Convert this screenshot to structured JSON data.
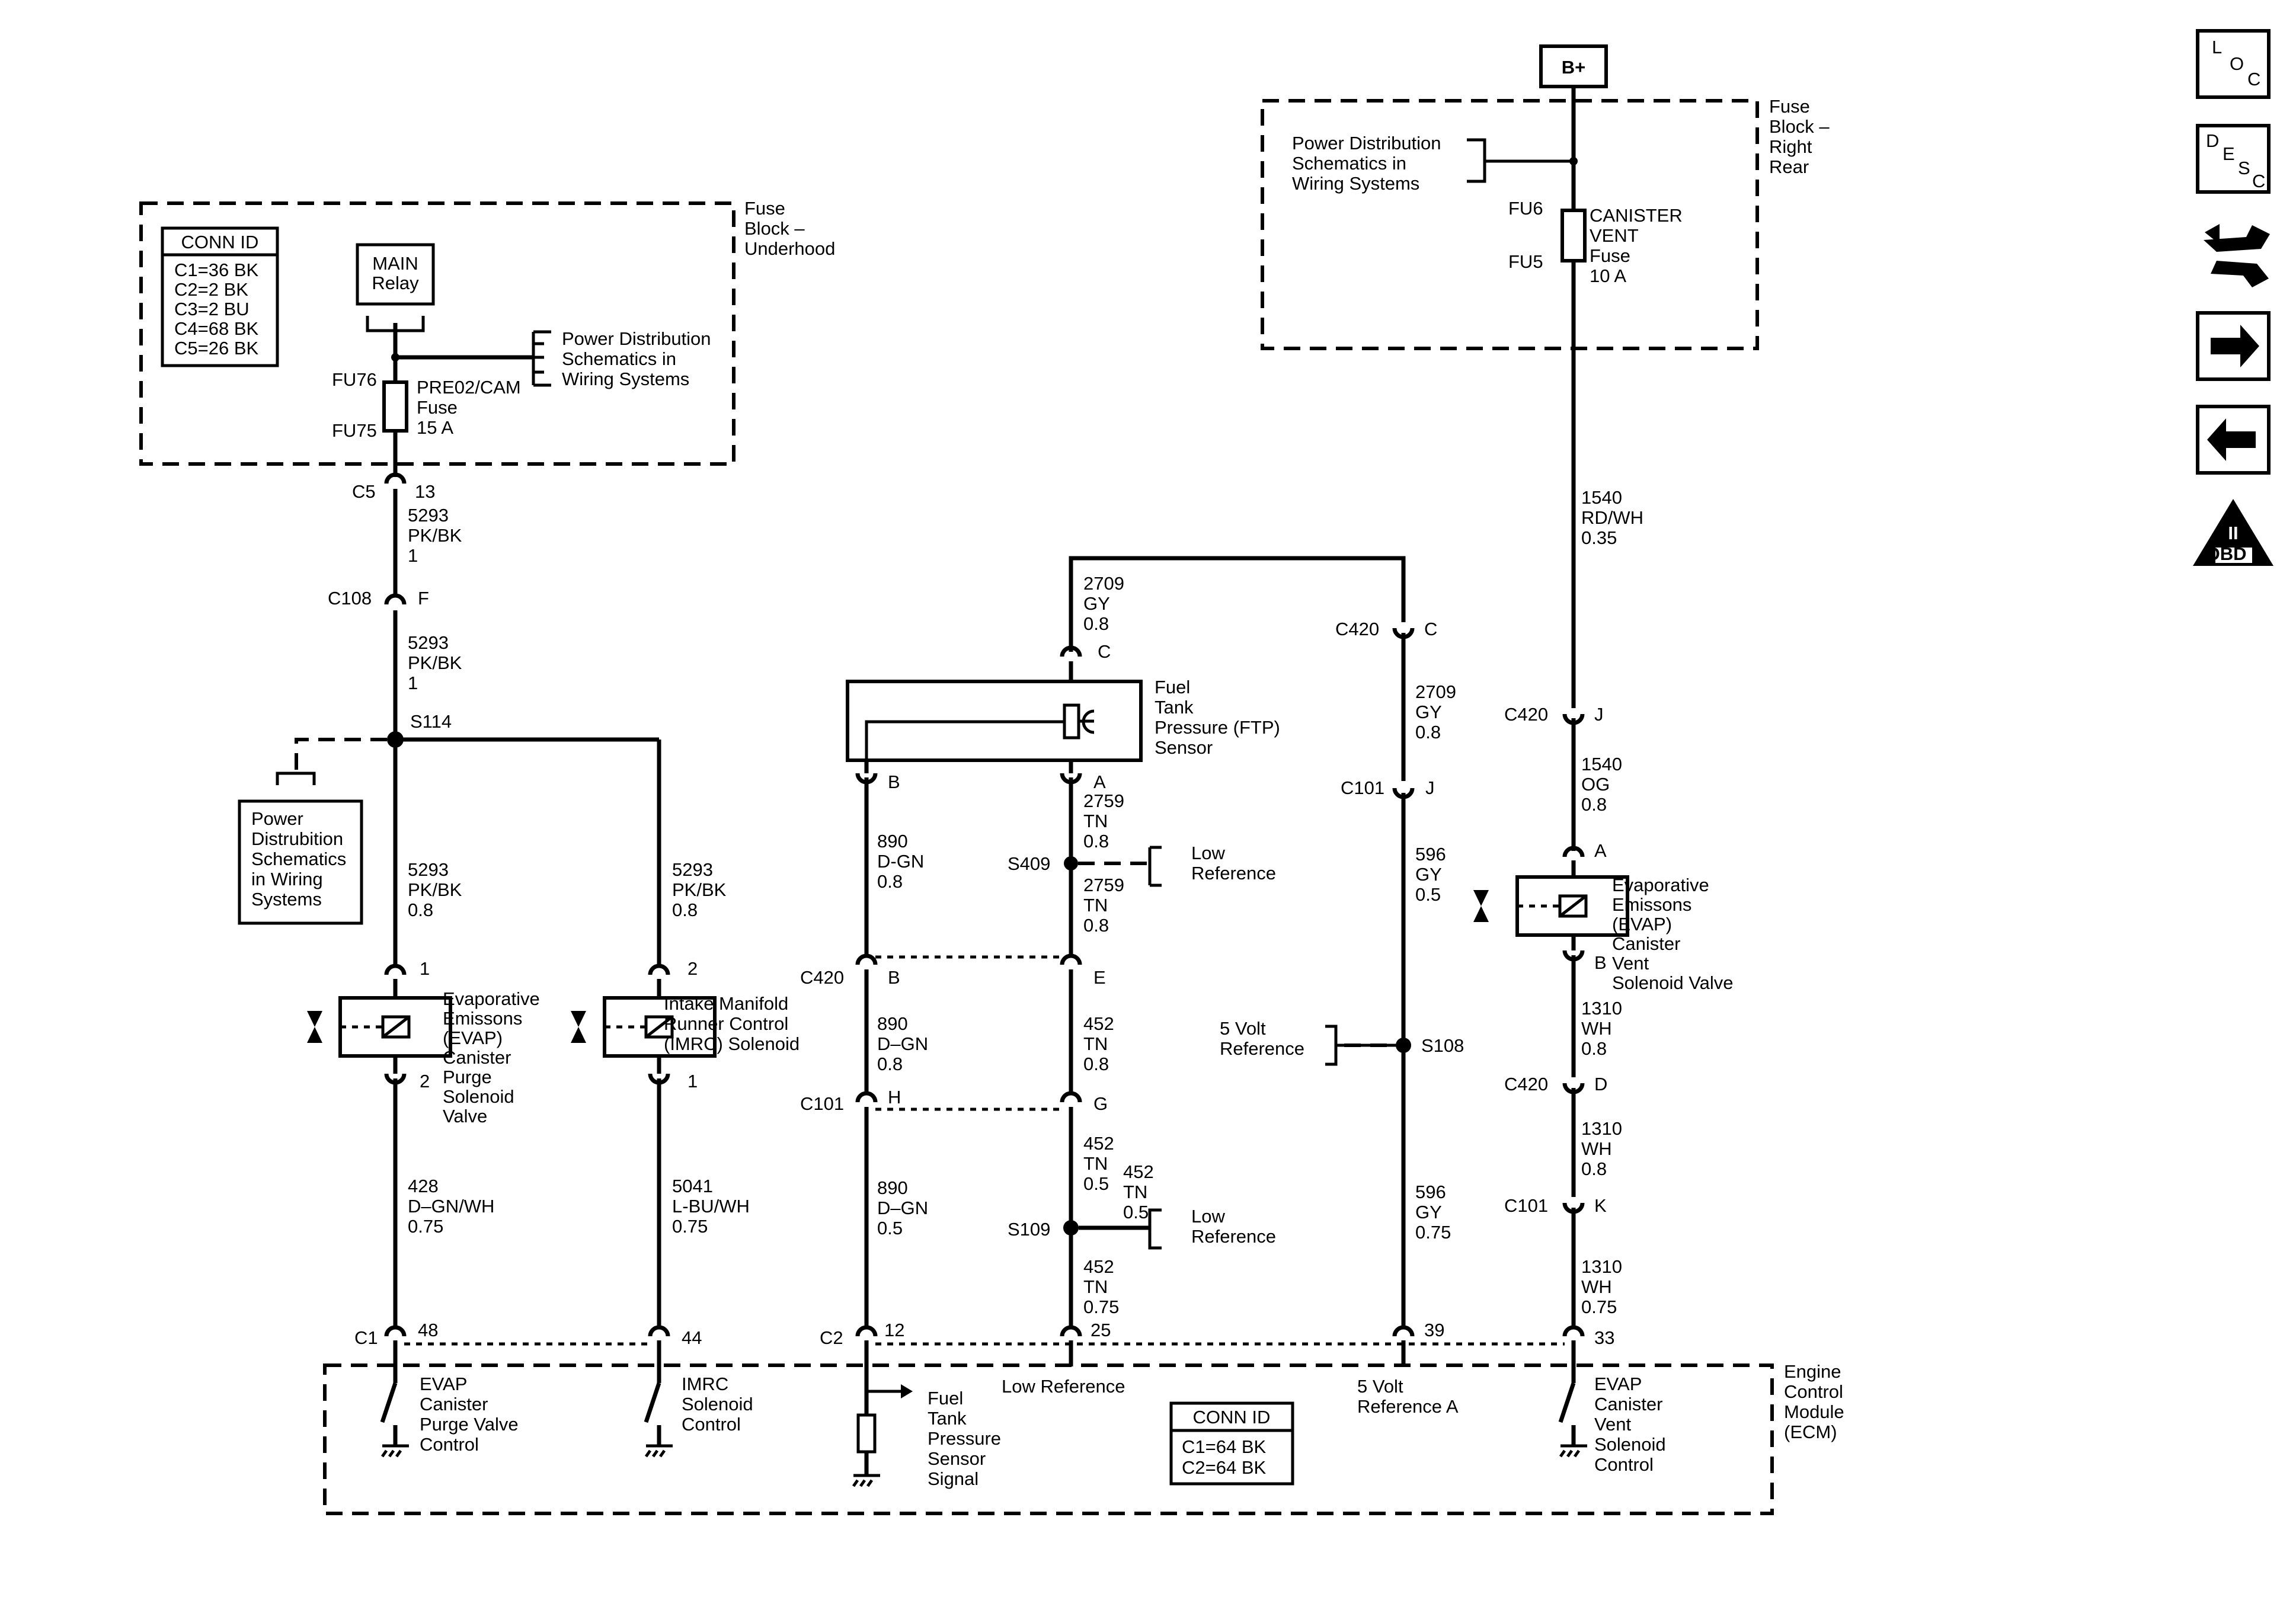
{
  "top": {
    "bplus": "B+"
  },
  "nav": {
    "loc": [
      "L",
      "O",
      "C"
    ],
    "desc": [
      "D",
      "E",
      "S",
      "C"
    ],
    "obd_roman": "II",
    "obd_text": "OBD II"
  },
  "fuse_underhood": {
    "label": [
      "Fuse",
      "Block –",
      "Underhood"
    ],
    "conn_title": "CONN ID",
    "conn_items": [
      "C1=36 BK",
      "C2=2 BK",
      "C3=2 BU",
      "C4=68 BK",
      "C5=26 BK"
    ],
    "relay": [
      "MAIN",
      "Relay"
    ],
    "power_dist": [
      "Power Distribution",
      "Schematics in",
      "Wiring Systems"
    ],
    "fuse_top": "FU76",
    "fuse_bottom": "FU75",
    "fuse_label": [
      "PRE02/CAM",
      "Fuse",
      "15 A"
    ]
  },
  "fuse_right": {
    "label": [
      "Fuse",
      "Block –",
      "Right",
      "Rear"
    ],
    "power_dist": [
      "Power Distribution",
      "Schematics in",
      "Wiring Systems"
    ],
    "fuse_top": "FU6",
    "fuse_bottom": "FU5",
    "fuse_label": [
      "CANISTER",
      "VENT",
      "Fuse",
      "10 A"
    ]
  },
  "left_chain": {
    "c5": "C5",
    "c5_pin": "13",
    "wire1": [
      "5293",
      "PK/BK",
      "1"
    ],
    "c108": "C108",
    "c108_pin": "F",
    "wire2": [
      "5293",
      "PK/BK",
      "1"
    ],
    "splice": "S114",
    "power_dist": [
      "Power",
      "Distrubition",
      "Schematics",
      "in Wiring",
      "Systems"
    ],
    "wire3": [
      "5293",
      "PK/BK",
      "0.8"
    ],
    "wire4": [
      "5293",
      "PK/BK",
      "0.8"
    ],
    "purge_pin_top": "1",
    "purge_pin_bottom": "2",
    "purge_label": [
      "Evaporative",
      "Emissons",
      "(EVAP)",
      "Canister",
      "Purge",
      "Solenoid",
      "Valve"
    ],
    "imrc_pin_top": "2",
    "imrc_pin_bottom": "1",
    "imrc_label": [
      "Intake Manifold",
      "Runner Control",
      "(IMRC) Solenoid"
    ],
    "wire5": [
      "428",
      "D–GN/WH",
      "0.75"
    ],
    "wire6": [
      "5041",
      "L-BU/WH",
      "0.75"
    ]
  },
  "ftp": {
    "wire_top": [
      "2709",
      "GY",
      "0.8"
    ],
    "pin_c": "C",
    "pin_b": "B",
    "pin_a": "A",
    "label": [
      "Fuel",
      "Tank",
      "Pressure (FTP)",
      "Sensor"
    ],
    "wire_b1": [
      "890",
      "D-GN",
      "0.8"
    ],
    "wire_a1": [
      "2759",
      "TN",
      "0.8"
    ],
    "s409": "S409",
    "low_ref_1": [
      "Low",
      "Reference"
    ],
    "wire_a2": [
      "2759",
      "TN",
      "0.8"
    ],
    "c420": "C420",
    "c420_b": "B",
    "c420_e": "E",
    "wire_b2": [
      "890",
      "D–GN",
      "0.8"
    ],
    "wire_a3": [
      "452",
      "TN",
      "0.8"
    ],
    "c101": "C101",
    "c101_h": "H",
    "c101_g": "G",
    "wire_b3": [
      "890",
      "D–GN",
      "0.5"
    ],
    "wire_a4": [
      "452",
      "TN",
      "0.5"
    ],
    "wire_a5": [
      "452",
      "TN",
      "0.5"
    ],
    "s109": "S109",
    "low_ref_2": [
      "Low",
      "Reference"
    ],
    "wire_a6": [
      "452",
      "TN",
      "0.75"
    ]
  },
  "ref5v": {
    "c420": "C420",
    "c420_pin": "C",
    "wire1": [
      "2709",
      "GY",
      "0.8"
    ],
    "c101": "C101",
    "c101_pin": "J",
    "wire2": [
      "596",
      "GY",
      "0.5"
    ],
    "label": [
      "5 Volt",
      "Reference"
    ],
    "s108": "S108",
    "wire3": [
      "596",
      "GY",
      "0.75"
    ]
  },
  "vent": {
    "wire1": [
      "1540",
      "RD/WH",
      "0.35"
    ],
    "c420": "C420",
    "c420_pin": "J",
    "wire2": [
      "1540",
      "OG",
      "0.8"
    ],
    "pin_a": "A",
    "pin_b": "B",
    "label": [
      "Evaporative",
      "Emissons",
      "(EVAP)",
      "Canister",
      "Vent",
      "Solenoid Valve"
    ],
    "wire3": [
      "1310",
      "WH",
      "0.8"
    ],
    "c420b": "C420",
    "c420b_pin": "D",
    "wire4": [
      "1310",
      "WH",
      "0.8"
    ],
    "c101": "C101",
    "c101_pin": "K",
    "wire5": [
      "1310",
      "WH",
      "0.75"
    ]
  },
  "ecm": {
    "c1": "C1",
    "pin48": "48",
    "pin44": "44",
    "c2": "C2",
    "pin12": "12",
    "pin25": "25",
    "pin39": "39",
    "pin33": "33",
    "label": [
      "Engine",
      "Control",
      "Module",
      "(ECM)"
    ],
    "purge_ctrl": [
      "EVAP",
      "Canister",
      "Purge Valve",
      "Control"
    ],
    "imrc_ctrl": [
      "IMRC",
      "Solenoid",
      "Control"
    ],
    "ftp_signal": [
      "Fuel",
      "Tank",
      "Pressure",
      "Sensor",
      "Signal"
    ],
    "low_ref": "Low Reference",
    "ref5v": [
      "5 Volt",
      "Reference A"
    ],
    "vent_ctrl": [
      "EVAP",
      "Canister",
      "Vent",
      "Solenoid",
      "Control"
    ],
    "conn_title": "CONN ID",
    "conn_items": [
      "C1=64 BK",
      "C2=64 BK"
    ]
  }
}
